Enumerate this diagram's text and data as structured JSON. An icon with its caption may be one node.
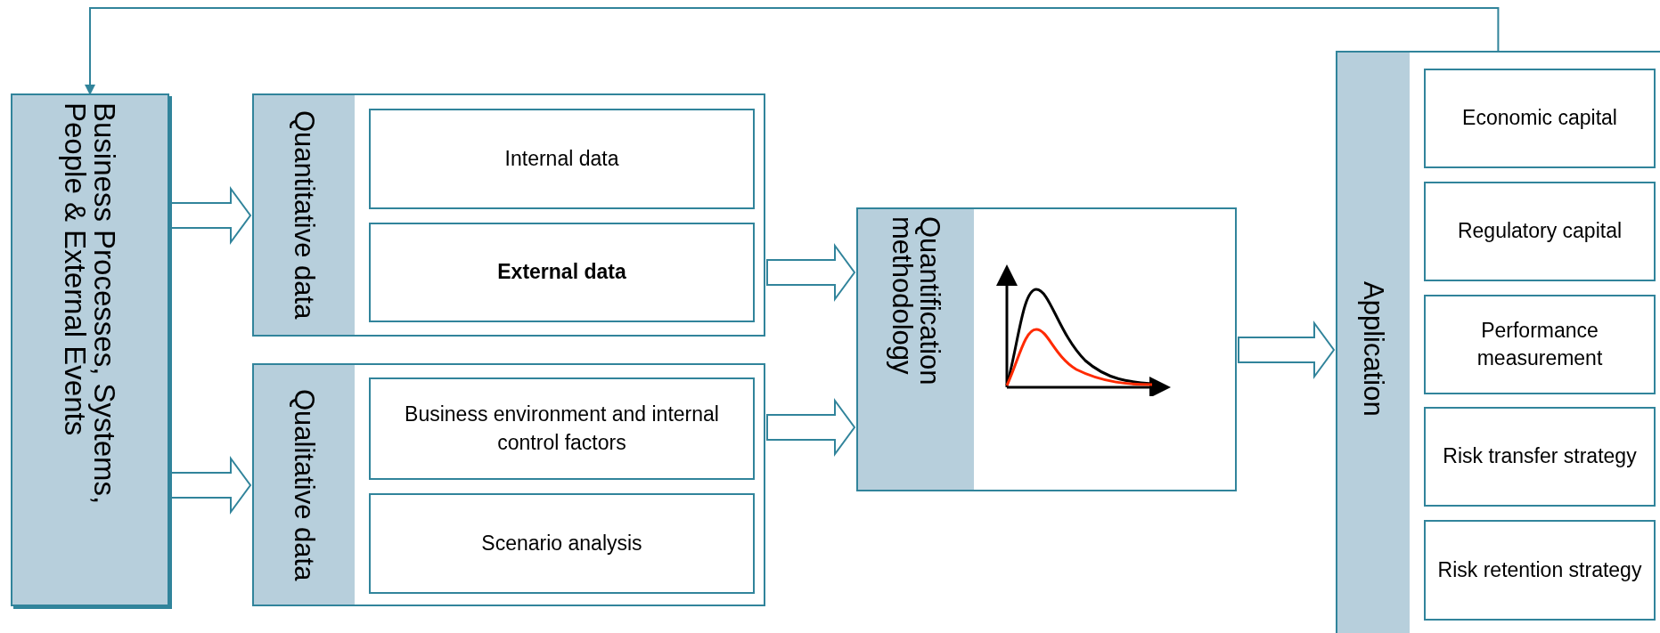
{
  "diagram": {
    "nodes": [
      {
        "text": [
          "Business Processes, Systems, People & External Events"
        ]
      },
      {
        "text": [
          "Quantitative data"
        ]
      },
      {
        "text": [
          "Internal data"
        ],
        "in": 1
      },
      {
        "text": [
          "External data"
        ],
        "in": 1
      },
      {
        "text": [
          "Qualitative data"
        ]
      },
      {
        "text": [
          "Business environment and internal control factors"
        ],
        "in": 4
      },
      {
        "text": [
          "Scenario analysis"
        ],
        "in": 4
      },
      {
        "text": [
          "Quantification methodology"
        ]
      },
      {
        "text": [
          "Application"
        ]
      },
      {
        "text": [
          "Economic capital"
        ],
        "in": 8
      },
      {
        "text": [
          "Regulatory capital"
        ],
        "in": 8
      },
      {
        "text": [
          "Performance measurement"
        ],
        "in": 8
      },
      {
        "text": [
          "Risk transfer strategy"
        ],
        "in": 8
      },
      {
        "text": [
          "Risk retention strategy"
        ],
        "in": 8
      }
    ],
    "edges": [
      {
        "from": 0,
        "to": 1,
        "arrow": "to",
        "style": "thick"
      },
      {
        "from": 0,
        "to": 4,
        "arrow": "to",
        "style": "thick"
      },
      {
        "from": 1,
        "to": 7,
        "arrow": "to",
        "style": "thick"
      },
      {
        "from": 4,
        "to": 7,
        "arrow": "to",
        "style": "thick"
      },
      {
        "from": 7,
        "to": 8,
        "arrow": "to",
        "style": "thick"
      },
      {
        "from": 8,
        "to": 0,
        "arrow": "to"
      }
    ]
  }
}
